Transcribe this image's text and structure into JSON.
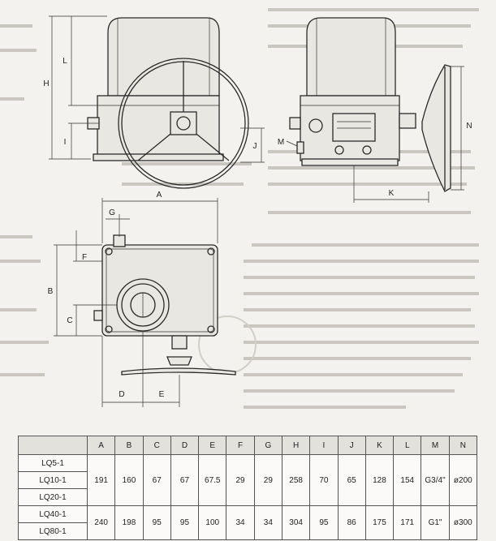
{
  "drawing": {
    "dimension_labels": {
      "A": "A",
      "B": "B",
      "C": "C",
      "D": "D",
      "E": "E",
      "F": "F",
      "G": "G",
      "H": "H",
      "I": "I",
      "J": "J",
      "K": "K",
      "L": "L",
      "M": "M",
      "N": "N"
    }
  },
  "spec_table": {
    "columns": [
      "",
      "A",
      "B",
      "C",
      "D",
      "E",
      "F",
      "G",
      "H",
      "I",
      "J",
      "K",
      "L",
      "M",
      "N"
    ],
    "groups": [
      {
        "models": [
          "LQ5-1",
          "LQ10-1",
          "LQ20-1"
        ],
        "values": [
          "191",
          "160",
          "67",
          "67",
          "67.5",
          "29",
          "29",
          "258",
          "70",
          "65",
          "128",
          "154",
          "G3/4\"",
          "ø200"
        ]
      },
      {
        "models": [
          "LQ40-1",
          "LQ80-1"
        ],
        "values": [
          "240",
          "198",
          "95",
          "95",
          "100",
          "34",
          "34",
          "304",
          "95",
          "86",
          "175",
          "171",
          "G1\"",
          "ø300"
        ]
      }
    ]
  },
  "colors": {
    "line": "#2a2a2a",
    "background": "#f4f2ee",
    "ghost_text": "#c9c6c0"
  }
}
